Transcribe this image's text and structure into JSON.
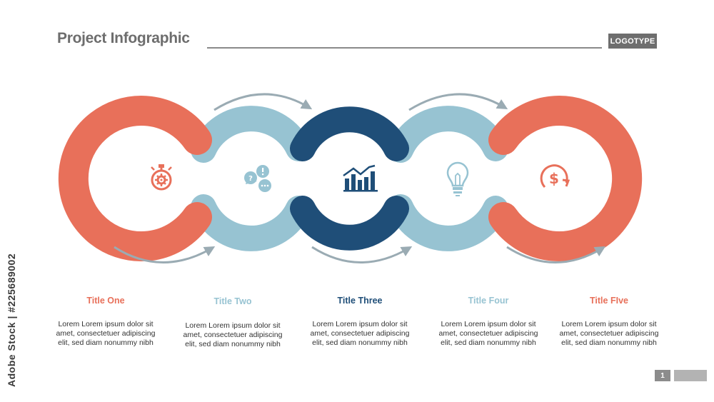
{
  "header": {
    "title": "Project Infographic",
    "logo": "LOGOTYPE"
  },
  "watermark": "Adobe Stock | #225689002",
  "colors": {
    "coral": "#e8705a",
    "light_blue": "#97c3d2",
    "dark_blue": "#1f4e78",
    "arrow_gray": "#9aabb3",
    "text_dark": "#333333"
  },
  "steps": [
    {
      "title": "Title One",
      "icon": "stopwatch-gear-icon",
      "color": "#e8705a",
      "description": "Lorem Lorem ipsum dolor sit amet, consectetuer adipiscing elit, sed diam nonummy nibh"
    },
    {
      "title": "Title Two",
      "icon": "chat-bubbles-icon",
      "color": "#97c3d2",
      "description": "Lorem Lorem ipsum dolor sit amet, consectetuer adipiscing elit, sed diam nonummy nibh"
    },
    {
      "title": "Title Three",
      "icon": "bar-chart-icon",
      "color": "#1f4e78",
      "description": "Lorem Lorem ipsum dolor sit amet, consectetuer adipiscing elit, sed diam nonummy nibh"
    },
    {
      "title": "Title Four",
      "icon": "light-bulb-icon",
      "color": "#97c3d2",
      "description": "Lorem Lorem ipsum dolor sit amet, consectetuer adipiscing elit, sed diam nonummy nibh"
    },
    {
      "title": "Title FIve",
      "icon": "dollar-cycle-icon",
      "color": "#e8705a",
      "description": "Lorem Lorem ipsum dolor sit amet, consectetuer adipiscing elit, sed diam nonummy nibh"
    }
  ],
  "footer": {
    "page_number": "1"
  }
}
